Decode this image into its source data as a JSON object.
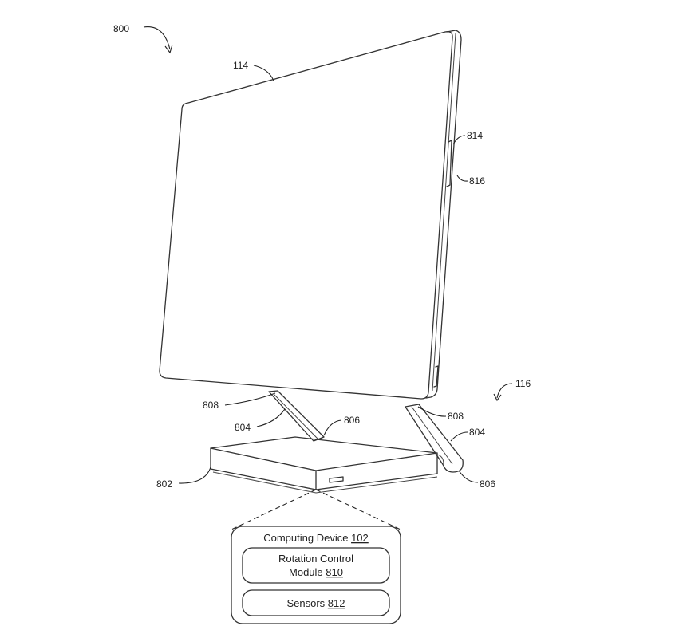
{
  "labels": {
    "fig": "800",
    "display": "114",
    "hinge_assembly": "116",
    "edge_a": "814",
    "edge_b": "816",
    "hinge_top_left": "808",
    "hinge_top_right": "808",
    "arm_left": "804",
    "arm_right": "804",
    "hinge_bottom_left": "806",
    "hinge_bottom_right": "806",
    "base": "802"
  },
  "computing_device": {
    "title_text": "Computing Device ",
    "title_ref": "102",
    "rotation_line1": "Rotation Control",
    "rotation_line2_text": "Module ",
    "rotation_line2_ref": "810",
    "sensors_text": "Sensors ",
    "sensors_ref": "812"
  }
}
